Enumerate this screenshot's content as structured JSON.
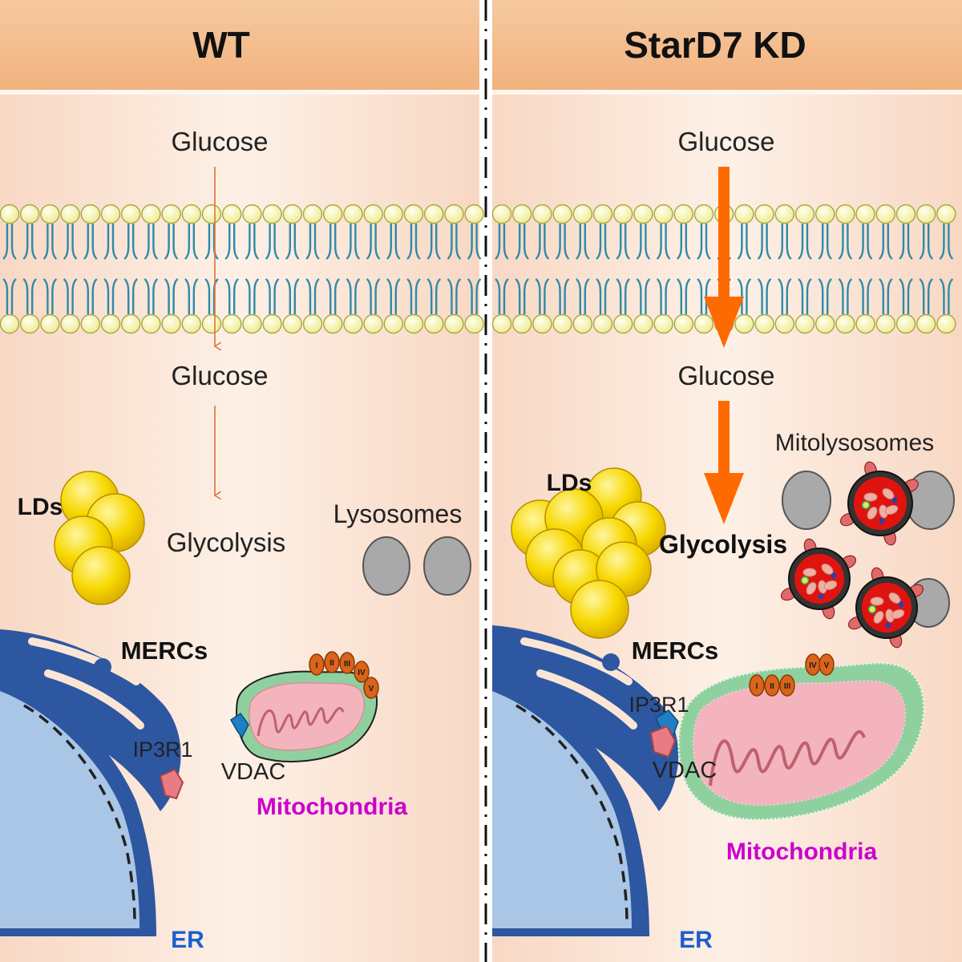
{
  "panels": {
    "wt": {
      "title": "WT",
      "glucose_outside": "Glucose",
      "glucose_inside": "Glucose",
      "glycolysis": "Glycolysis",
      "lds": "LDs",
      "lysosomes": "Lysosomes",
      "mercs": "MERCs",
      "ip3r1": "IP3R1",
      "vdac": "VDAC",
      "mitochondria": "Mitochondria",
      "er": "ER",
      "complexes": [
        "I",
        "II",
        "III",
        "IV",
        "V"
      ]
    },
    "kd": {
      "title": "StarD7 KD",
      "glucose_outside": "Glucose",
      "glucose_inside": "Glucose",
      "glycolysis": "Glycolysis",
      "lds": "LDs",
      "mitolysosomes": "Mitolysosomes",
      "mercs": "MERCs",
      "ip3r1": "IP3R1",
      "vdac": "VDAC",
      "mitochondria": "Mitochondria",
      "er": "ER",
      "complexes": [
        "I",
        "II",
        "III",
        "IV",
        "V"
      ]
    }
  },
  "colors": {
    "header": "#f4c49b",
    "cytoplasm": "#fbe6d6",
    "arrow": "#ff6a00",
    "thin_arrow": "#e0713c",
    "lipid_head": "#f6f3a6",
    "lipid_tail": "#2f8aa8",
    "ld": "#f5d600",
    "er": "#2d57a0",
    "er_lumen": "#a9c6e6",
    "mito_outer": "#8fd19e",
    "mito_inner": "#f3b4bd",
    "complex": "#d9641a",
    "ip3r1": "#e87c82",
    "vdac": "#1f7fc4",
    "lysosome": "#a9a9a9",
    "mitolysosome": "#e0140f",
    "mito_label": "#cc00cc",
    "er_label": "#1a5fd0"
  }
}
